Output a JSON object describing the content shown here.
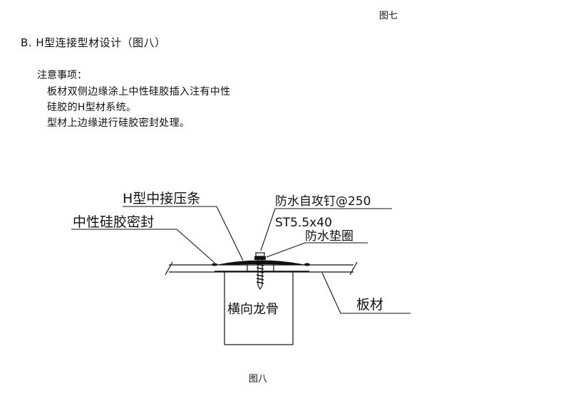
{
  "previous_figure_caption": "图七",
  "section_title": "B. H型连接型材设计（图八）",
  "notes": {
    "heading": "注意事项：",
    "lines": [
      "板材双侧边缘涂上中性硅胶插入注有中性",
      "硅胶的H型材系统。",
      "型材上边缘进行硅胶密封处理。"
    ]
  },
  "diagram": {
    "labels": {
      "h_strip": "H型中接压条",
      "sealant": "中性硅胶密封",
      "screw": "防水自攻钉@250",
      "screw_spec": "ST5.5x40",
      "washer": "防水垫圈",
      "purlin": "横向龙骨",
      "panel": "板材"
    }
  },
  "figure_caption": "图八"
}
